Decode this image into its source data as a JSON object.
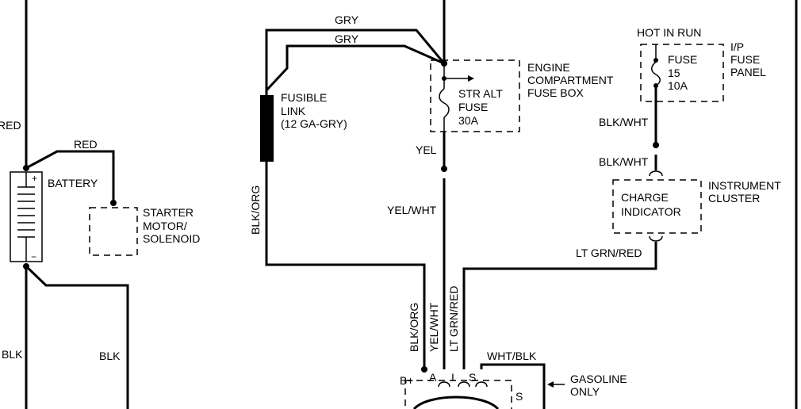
{
  "wires": {
    "red_left": "RED",
    "red": "RED",
    "blk_left": "BLK",
    "blk": "BLK",
    "gry_1": "GRY",
    "gry_2": "GRY",
    "blk_org_vertical": "BLK/ORG",
    "yel": "YEL",
    "yel_wht": "YEL/WHT",
    "blk_wht_1": "BLK/WHT",
    "blk_wht_2": "BLK/WHT",
    "lt_grn_red": "LT GRN/RED",
    "alt_blk_org": "BLK/ORG",
    "alt_yel_wht": "YEL/WHT",
    "alt_lt_grn_red": "LT GRN/RED",
    "wht_blk": "WHT/BLK"
  },
  "battery": {
    "label": "BATTERY",
    "plus": "+",
    "minus": "−"
  },
  "starter": {
    "label": [
      "STARTER",
      "MOTOR/",
      "SOLENOID"
    ]
  },
  "fusible_link": {
    "label": [
      "FUSIBLE",
      "LINK",
      "(12 GA-GRY)"
    ]
  },
  "engine_fuse_box": {
    "fuse_label": [
      "STR ALT",
      "FUSE",
      "30A"
    ],
    "label": [
      "ENGINE",
      "COMPARTMENT",
      "FUSE BOX"
    ]
  },
  "ip_fuse_panel": {
    "hot_in_run": "HOT IN RUN",
    "fuse_label": [
      "FUSE",
      "15",
      "10A"
    ],
    "label": [
      "I/P",
      "FUSE",
      "PANEL"
    ]
  },
  "instrument_cluster": {
    "indicator_label": [
      "CHARGE",
      "INDICATOR"
    ],
    "label": [
      "INSTRUMENT",
      "CLUSTER"
    ]
  },
  "alternator": {
    "terminal_bplus": "B+",
    "terminal_a": "A",
    "terminal_i": "I",
    "terminal_s": "S",
    "terminal_s_box": "S",
    "gasoline_note": [
      "GASOLINE",
      "ONLY"
    ]
  }
}
